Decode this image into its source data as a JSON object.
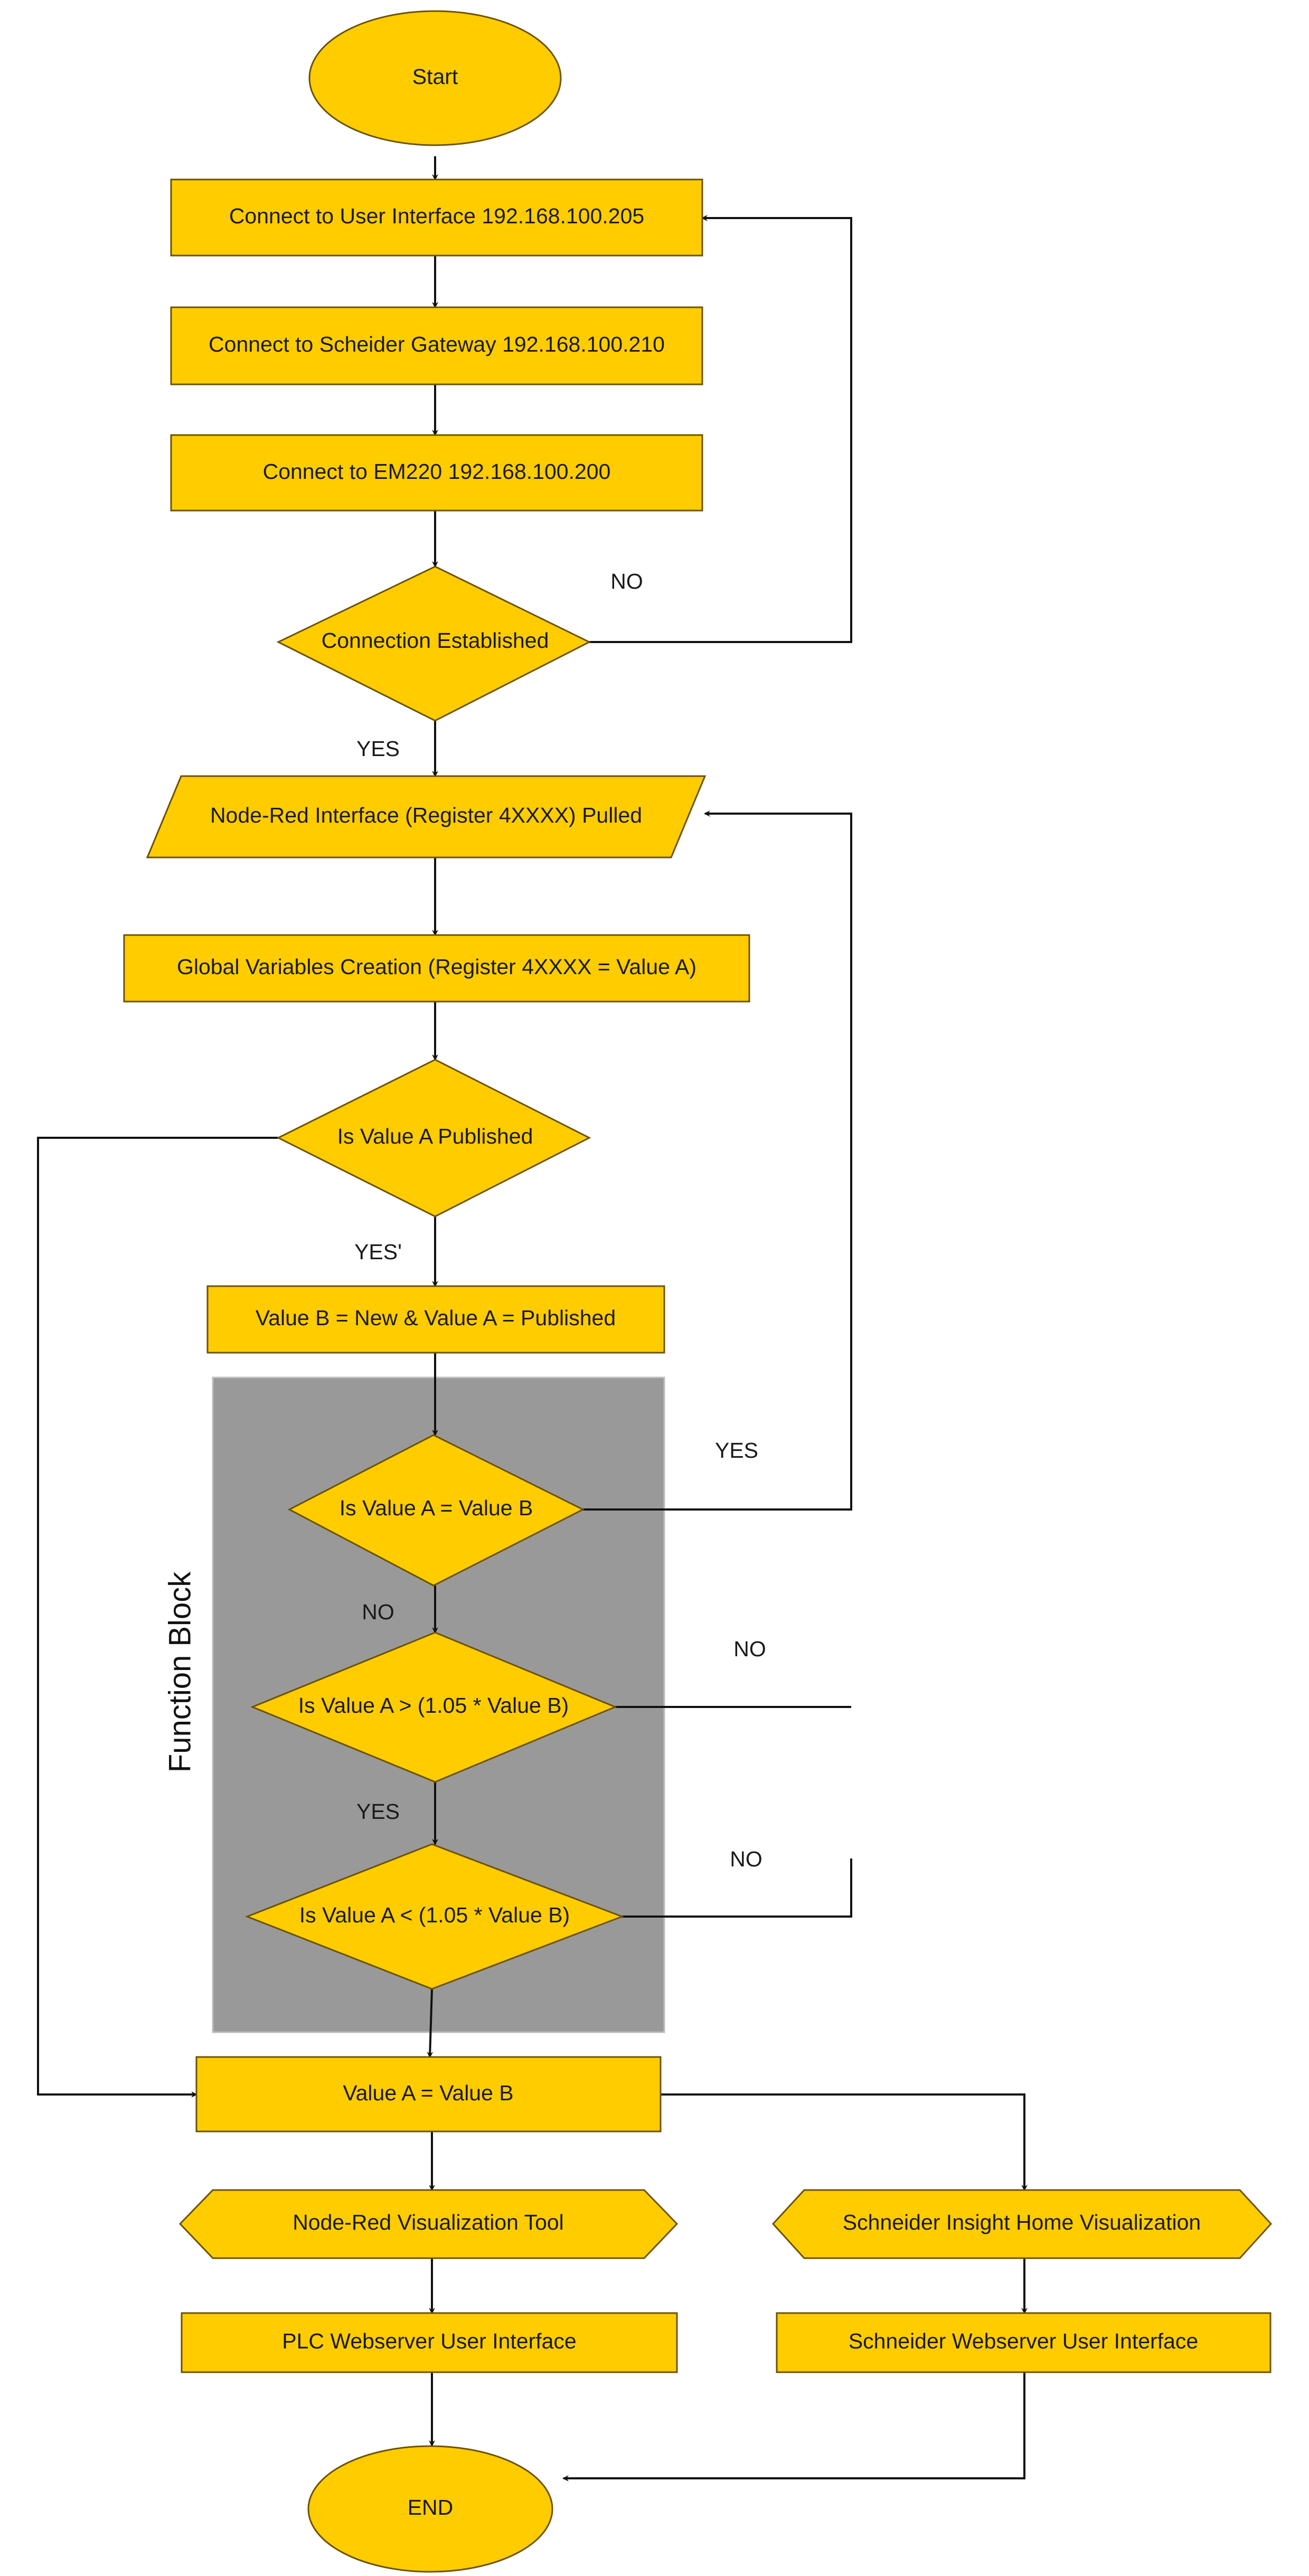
{
  "diagram": {
    "group": {
      "label": "Function Block"
    },
    "nodes": {
      "start": "Start",
      "connect_ui": "Connect to User Interface 192.168.100.205",
      "connect_gateway": "Connect to Scheider Gateway 192.168.100.210",
      "connect_em220": "Connect to EM220 192.168.100.200",
      "connection_established": "Connection Established",
      "node_red_interface": "Node-Red Interface (Register 4XXXX) Pulled",
      "global_variables": "Global Variables Creation (Register 4XXXX = Value A)",
      "is_value_a_published": "Is Value A Published",
      "value_b_new": "Value B = New  & Value A = Published",
      "is_a_equal_b": "Is Value A = Value B",
      "is_a_greater": "Is Value A > (1.05 * Value B)",
      "is_a_less": "Is Value A < (1.05 * Value B)",
      "value_a_equals_b": "Value A = Value B",
      "node_red_viz": "Node-Red Visualization Tool",
      "schneider_insight": "Schneider Insight Home Visualization",
      "plc_webserver": "PLC Webserver User Interface",
      "schneider_webserver": "Schneider Webserver User Interface",
      "end": "END"
    },
    "edge_labels": {
      "connection_no": "NO",
      "connection_yes": "YES",
      "published_yes": "YES'",
      "equal_yes": "YES",
      "equal_no": "NO",
      "greater_no": "NO",
      "greater_yes": "YES",
      "less_no": "NO"
    }
  }
}
